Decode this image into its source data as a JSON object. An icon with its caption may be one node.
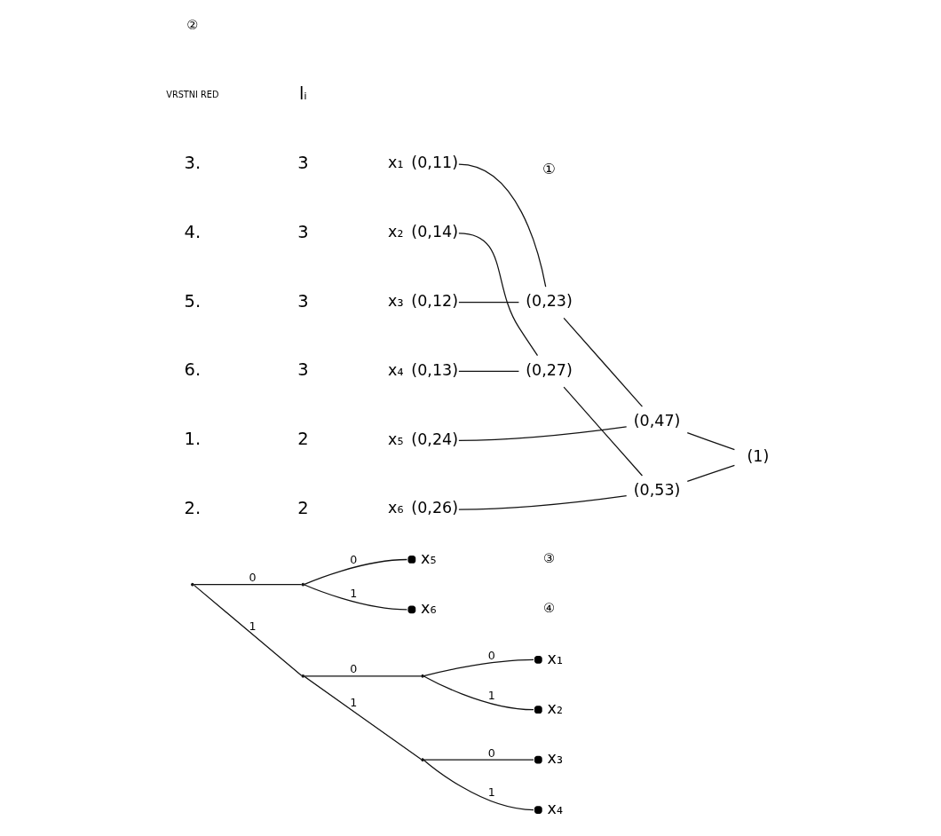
{
  "diagram": {
    "nodes": [
      {
        "text": [
          "(0,11)"
        ],
        "beside": [
          "x₁"
        ]
      },
      {
        "text": [
          "(0,14)"
        ],
        "beside": [
          "x₂"
        ]
      },
      {
        "text": [
          "(0,12)"
        ],
        "beside": [
          "x₃"
        ]
      },
      {
        "text": [
          "(0,13)"
        ],
        "beside": [
          "x₄"
        ]
      },
      {
        "text": [
          "(0,24)"
        ],
        "beside": [
          "x₅"
        ]
      },
      {
        "text": [
          "(0,26)"
        ],
        "beside": [
          "x₆"
        ]
      },
      {
        "text": [
          "(0,23)"
        ]
      },
      {
        "text": [
          "(0,27)"
        ]
      },
      {
        "text": [
          "(0,47)"
        ]
      },
      {
        "text": [
          "(0,53)"
        ]
      },
      {
        "text": [
          "(1)"
        ]
      },
      {
        "text": [],
        "shape": "point"
      },
      {
        "text": [],
        "shape": "point"
      },
      {
        "text": [],
        "shape": "dot",
        "beside": [
          "x₅"
        ]
      },
      {
        "text": [],
        "shape": "dot",
        "beside": [
          "x₆"
        ]
      },
      {
        "text": [],
        "shape": "point"
      },
      {
        "text": [],
        "shape": "point"
      },
      {
        "text": [],
        "shape": "dot",
        "beside": [
          "x₁"
        ]
      },
      {
        "text": [],
        "shape": "dot",
        "beside": [
          "x₂"
        ]
      },
      {
        "text": [],
        "shape": "point"
      },
      {
        "text": [],
        "shape": "dot",
        "beside": [
          "x₃"
        ]
      },
      {
        "text": [],
        "shape": "dot",
        "beside": [
          "x₄"
        ]
      }
    ],
    "edges": [
      {
        "from": 0,
        "to": 6,
        "arrow": "none"
      },
      {
        "from": 2,
        "to": 6,
        "arrow": "none"
      },
      {
        "from": 1,
        "to": 7,
        "arrow": "none"
      },
      {
        "from": 3,
        "to": 7,
        "arrow": "none"
      },
      {
        "from": 6,
        "to": 8,
        "arrow": "none"
      },
      {
        "from": 4,
        "to": 8,
        "arrow": "none"
      },
      {
        "from": 7,
        "to": 9,
        "arrow": "none"
      },
      {
        "from": 5,
        "to": 9,
        "arrow": "none"
      },
      {
        "from": 8,
        "to": 10,
        "arrow": "none"
      },
      {
        "from": 9,
        "to": 10,
        "arrow": "none"
      },
      {
        "from": 11,
        "to": 12,
        "arrow": "none",
        "label": "0"
      },
      {
        "from": 12,
        "to": 13,
        "arrow": "none",
        "label": "0"
      },
      {
        "from": 12,
        "to": 14,
        "arrow": "none",
        "label": "1"
      },
      {
        "from": 11,
        "to": 15,
        "arrow": "none",
        "label": "1"
      },
      {
        "from": 15,
        "to": 16,
        "arrow": "none",
        "label": "0"
      },
      {
        "from": 16,
        "to": 17,
        "arrow": "none",
        "label": "0"
      },
      {
        "from": 16,
        "to": 18,
        "arrow": "none",
        "label": "1"
      },
      {
        "from": 15,
        "to": 19,
        "arrow": "none",
        "label": "1"
      },
      {
        "from": 19,
        "to": 20,
        "arrow": "none",
        "label": "0"
      },
      {
        "from": 19,
        "to": 21,
        "arrow": "none",
        "label": "1"
      }
    ],
    "labels": [
      "②",
      "①",
      "VRSTNI RED",
      "lᵢ",
      "3.",
      "3",
      "4.",
      "3",
      "5.",
      "3",
      "6.",
      "3",
      "1.",
      "2",
      "2.",
      "2",
      "③",
      "④"
    ]
  }
}
